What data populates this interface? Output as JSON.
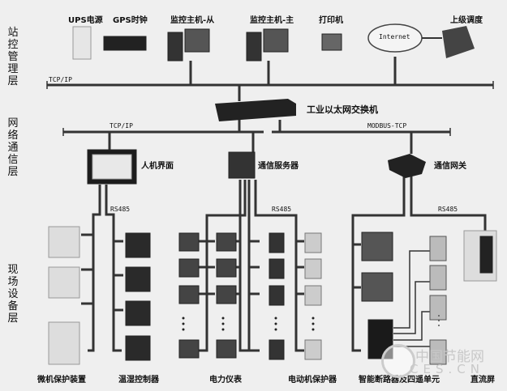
{
  "layers": {
    "station": "站控管理层",
    "network": "网络通信层",
    "field": "现场设备层"
  },
  "station_devices": [
    "UPS电源",
    "GPS时钟",
    "监控主机-从",
    "监控主机-主",
    "打印机",
    "上级调度"
  ],
  "cloud_label": "Internet",
  "switch_label": "工业以太网交换机",
  "protocols": {
    "top_bus": "TCP/IP",
    "left_bus": "TCP/IP",
    "right_bus": "MODBUS-TCP",
    "rs485_1": "RS485",
    "rs485_2": "RS485",
    "rs485_3": "RS485"
  },
  "comm_devices": {
    "hmi": "人机界面",
    "server": "通信服务器",
    "gateway": "通信网关"
  },
  "field_devices": [
    "微机保护装置",
    "温湿控制器",
    "电力仪表",
    "电动机保护器",
    "智能断路器及四遥单元",
    "直流屏"
  ],
  "watermark": {
    "cn": "中国节能网",
    "en": "CES.CN"
  },
  "colors": {
    "line": "#333333",
    "background": "#efefef"
  }
}
